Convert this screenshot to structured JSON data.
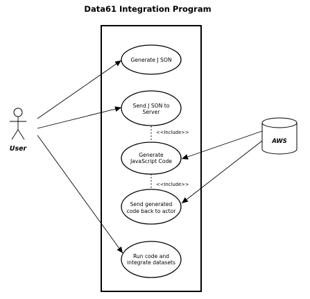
{
  "title": "Data61 Integration Program",
  "actors": {
    "user": "User",
    "aws": "AWS"
  },
  "use_cases": [
    {
      "id": "generate-json",
      "lines": [
        "Generate J SON"
      ]
    },
    {
      "id": "send-json",
      "lines": [
        "Send J SON to",
        "Server"
      ]
    },
    {
      "id": "generate-js",
      "lines": [
        "Generate",
        "JavaScript Code"
      ]
    },
    {
      "id": "send-code-back",
      "lines": [
        "Send generated",
        "code back to actor"
      ]
    },
    {
      "id": "run-code",
      "lines": [
        "Run code and",
        "integrate datasets"
      ]
    }
  ],
  "relations": {
    "include_1": "<<Include>>",
    "include_2": "<<Include>>"
  }
}
